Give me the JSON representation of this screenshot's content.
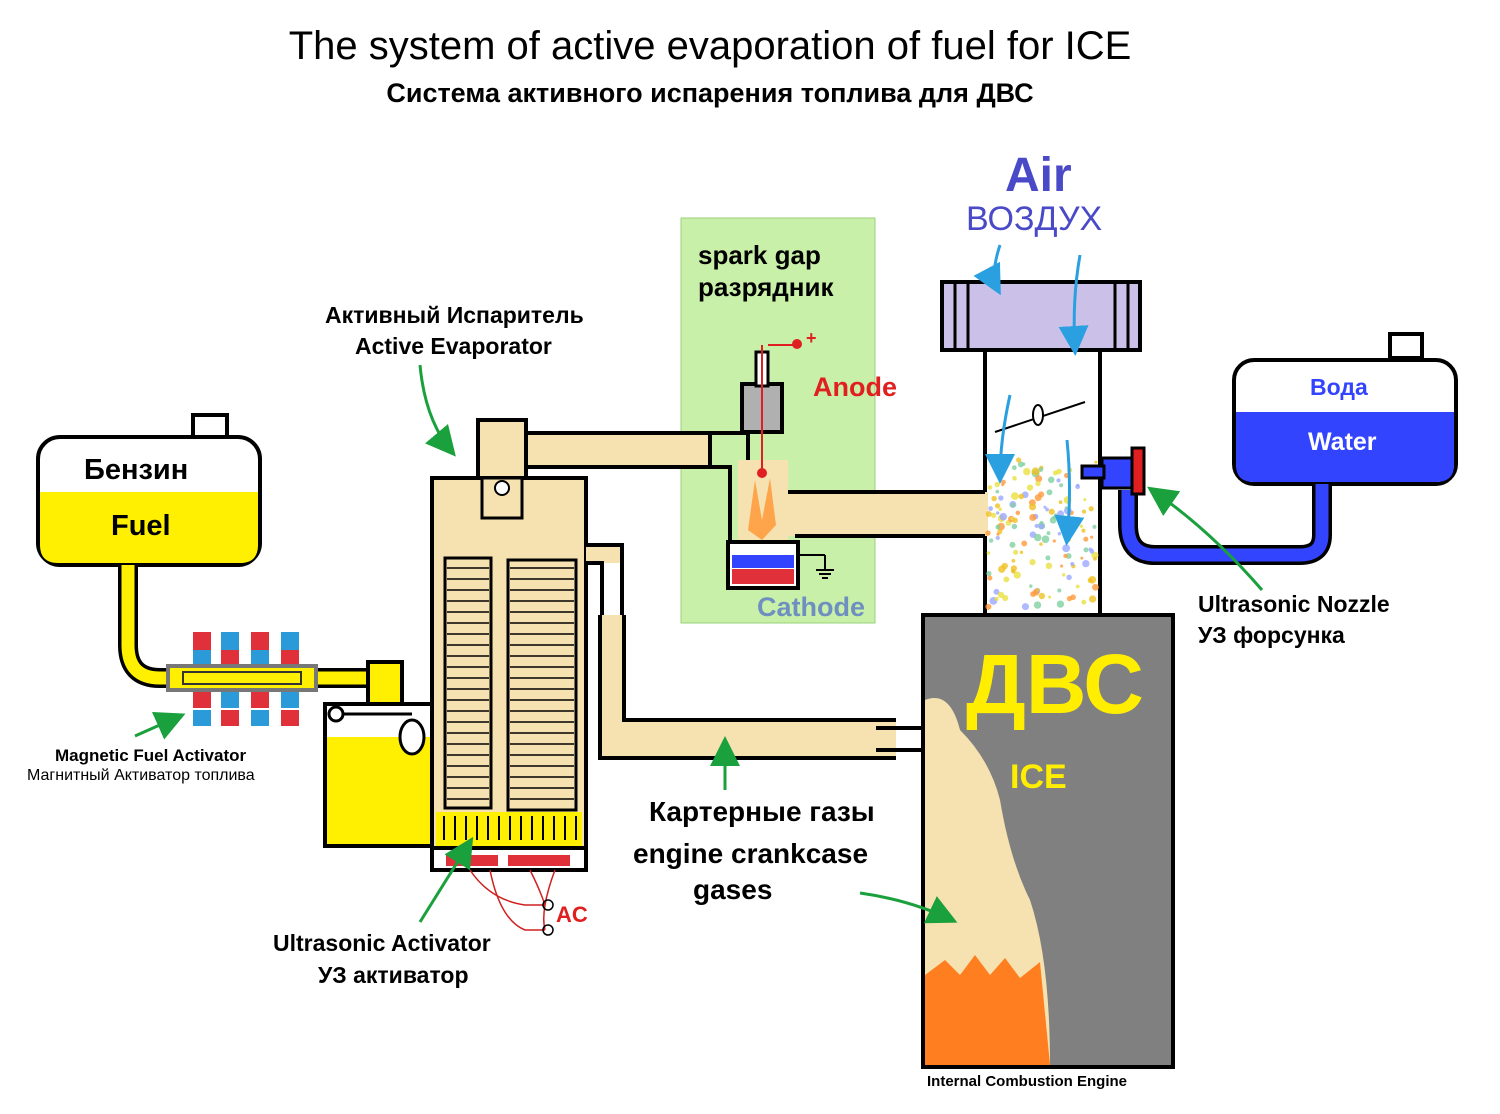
{
  "title": "The system of active evaporation of fuel for ICE",
  "subtitle": "Система активного испарения топлива для ДВС",
  "air": {
    "en": "Air",
    "ru": "ВОЗДУХ"
  },
  "spark_gap": {
    "en": "spark gap",
    "ru": "разрядник",
    "anode": "Anode",
    "cathode": "Cathode",
    "plus": "+"
  },
  "evaporator": {
    "ru": "Активный Испаритель",
    "en": "Active Evaporator"
  },
  "fuel_tank": {
    "ru": "Бензин",
    "en": "Fuel"
  },
  "water_tank": {
    "ru": "Вода",
    "en": "Water"
  },
  "magnetic_activator": {
    "en": "Magnetic Fuel Activator",
    "ru": "Магнитный Активатор  топлива"
  },
  "ultrasonic_activator": {
    "en": "Ultrasonic Activator",
    "ru": "УЗ активатор",
    "ac": "AC"
  },
  "crankcase": {
    "ru": "Картерные газы",
    "en1": "engine crankcase",
    "en2": "gases"
  },
  "nozzle": {
    "en": "Ultrasonic Nozzle",
    "ru": "УЗ форсунка"
  },
  "engine": {
    "ru": "ДВС",
    "en": "ICE",
    "caption": "Internal Combustion Engine"
  },
  "colors": {
    "fuel": "#ffef00",
    "water": "#3344ff",
    "pipe": "#f6e2b0",
    "air_text": "#4a4ac8",
    "arrow_blue": "#2aa0e0",
    "arrow_green": "#1aa03c",
    "anode": "#e02020",
    "cathode": "#6f8fc0",
    "engine": "#808080",
    "engine_title": "#ffee00",
    "fire": "#ff7f20",
    "spark_box": "#c8f0a8"
  }
}
